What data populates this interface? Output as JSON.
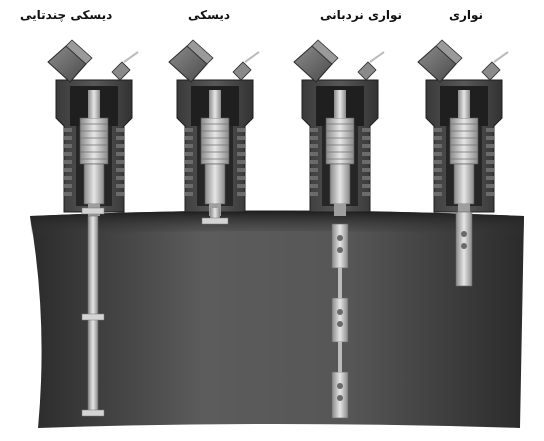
{
  "labels": {
    "probe_1": "دیسکی چندتایی",
    "probe_2": "دیسکی",
    "probe_3": "نواری نردبانی",
    "probe_4": "نواری"
  },
  "colors": {
    "pipe_light": "#5a5a5a",
    "pipe_dark": "#2a2a2a",
    "housing": "#4a4a4a",
    "housing_dark": "#1f1f1f",
    "metal": "#bdbdbd",
    "metal_light": "#e0e0e0",
    "strip": "#c8c8c8",
    "bolt": "#6a6a6a"
  }
}
